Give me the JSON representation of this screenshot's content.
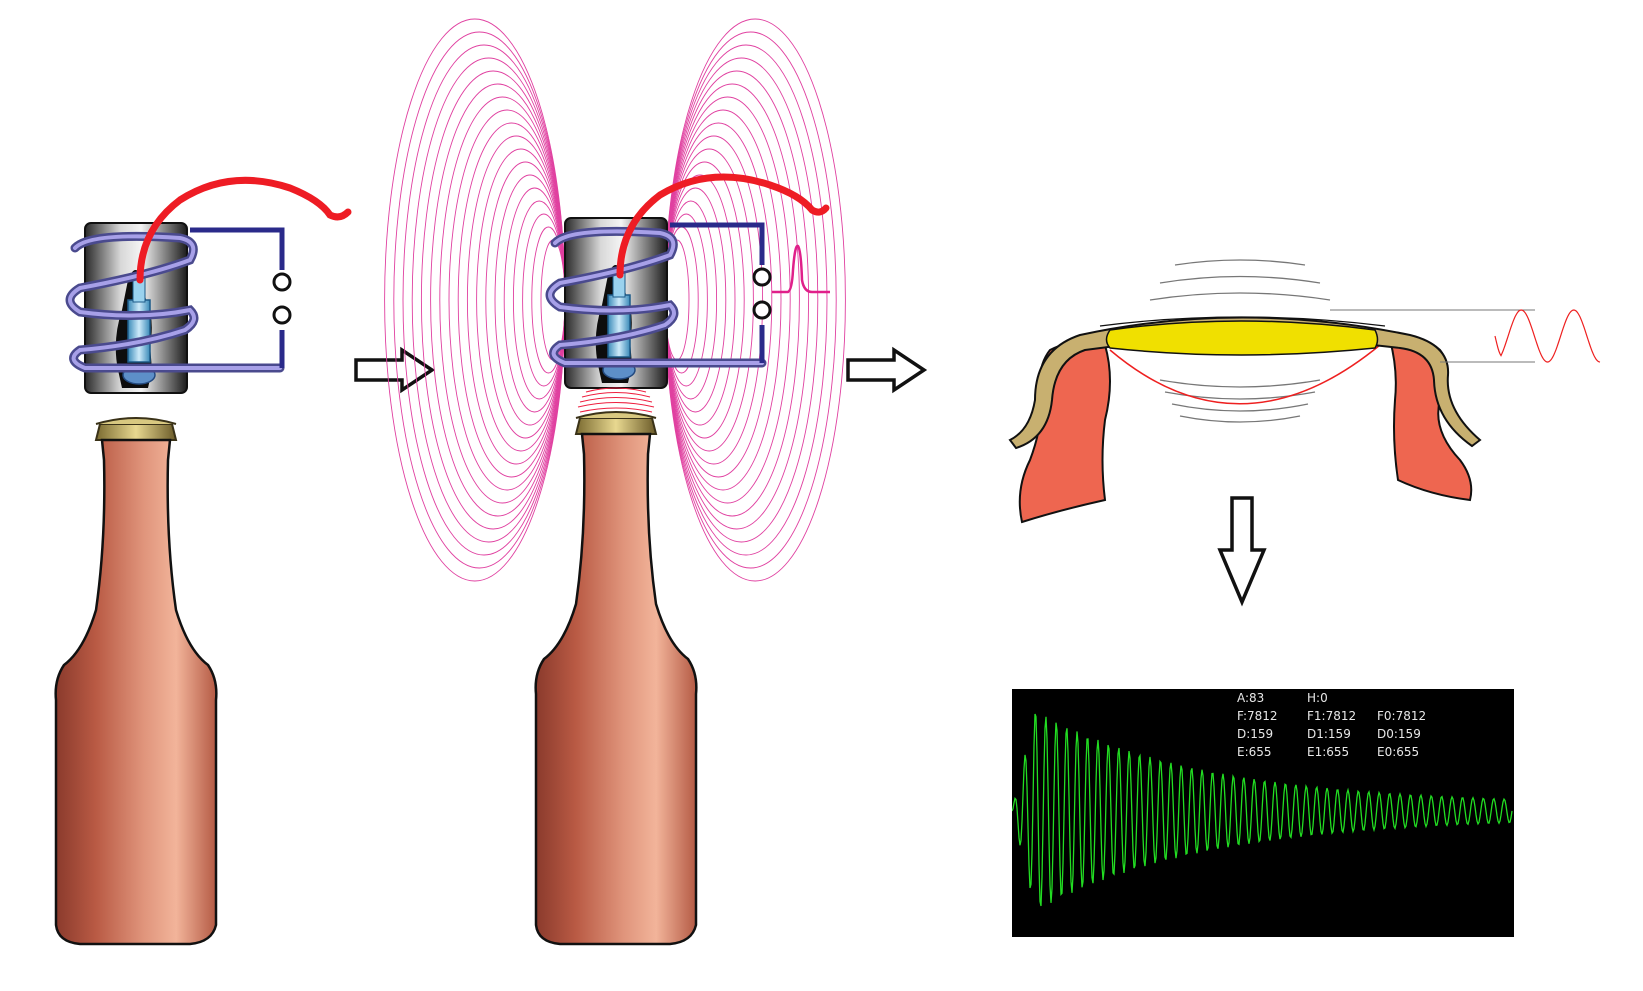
{
  "oscilloscope": {
    "readouts": {
      "col1": [
        "A:83",
        "F:7812",
        "D:159",
        "E:655"
      ],
      "col2": [
        "H:0",
        "F1:7812",
        "D1:159",
        "E1:655"
      ],
      "col3": [
        "F0:7812",
        "D0:159",
        "E0:655"
      ]
    },
    "trace_color": "#22dd22"
  },
  "colors": {
    "bottle": "#c8705a",
    "cap": "#b8a060",
    "coil": "#8878c8",
    "wire_red": "#ee1c24",
    "circuit": "#2a2a8a",
    "field_lines": "#e040a0",
    "diaphragm_outer": "#c8b070",
    "diaphragm_inner": "#f0e000",
    "lip": "#ee6650"
  },
  "icons": [
    "right-arrow-icon",
    "down-arrow-icon"
  ]
}
